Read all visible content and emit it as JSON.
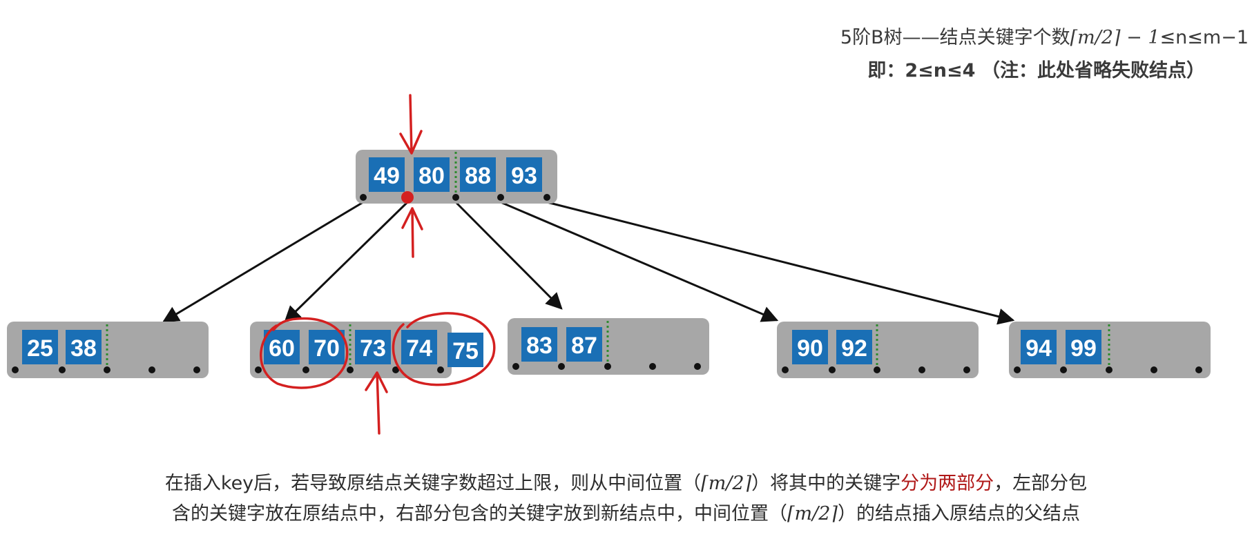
{
  "header": {
    "line1_prefix": "5阶B树——结点关键字个数",
    "line1_formula": "⌈m/2⌉ − 1",
    "line1_suffix": "≤n≤m−1",
    "line2_a": "即：2≤n≤4",
    "line2_b": "（注：此处省略失败结点）"
  },
  "tree": {
    "root": {
      "keys": [
        "49",
        "80",
        "88",
        "93"
      ]
    },
    "children": [
      {
        "keys": [
          "25",
          "38"
        ]
      },
      {
        "keys": [
          "60",
          "70",
          "73",
          "74",
          "75"
        ]
      },
      {
        "keys": [
          "83",
          "87"
        ]
      },
      {
        "keys": [
          "90",
          "92"
        ]
      },
      {
        "keys": [
          "94",
          "99"
        ]
      }
    ]
  },
  "caption": {
    "l1_a": "在插入key后，若导致原结点关键字数超过上限，则从中间位置（",
    "l1_formula": "⌈m/2⌉",
    "l1_b": "）将其中的关键字",
    "l1_red": "分为两部分",
    "l1_c": "，左部分包",
    "l2_a": "含的关键字放在原结点中，右部分包含的关键字放到新结点中，中间位置（",
    "l2_formula": "⌈m/2⌉",
    "l2_b": "）的结点插入原结点的父结点"
  },
  "colors": {
    "node_bg": "#a7a7a7",
    "key_bg": "#1a6fb5",
    "annotation_red": "#d42020",
    "separator_green": "#2e8b2e",
    "edge": "#111111"
  }
}
